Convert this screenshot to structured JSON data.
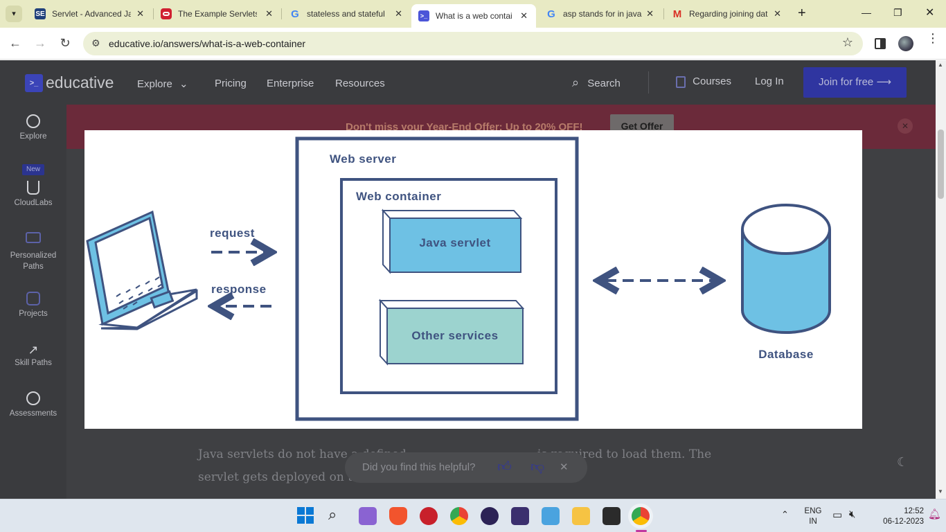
{
  "tabs": [
    {
      "title": "Servlet - Advanced Ja",
      "fav_color": "#1f3f7a",
      "fav_text": "SE"
    },
    {
      "title": "The Example Servlets",
      "fav_color": "#d02030",
      "fav_text": ""
    },
    {
      "title": "stateless and stateful",
      "fav_color": "#ffffff",
      "fav_text": "G"
    },
    {
      "title": "What is a web contai",
      "fav_color": "#4b55d8",
      "fav_text": ">_"
    },
    {
      "title": "asp stands for in java",
      "fav_color": "#ffffff",
      "fav_text": "G"
    },
    {
      "title": "Regarding joining dat",
      "fav_color": "#ffffff",
      "fav_text": "M"
    }
  ],
  "active_tab_index": 3,
  "address": {
    "url": "educative.io/answers/what-is-a-web-container"
  },
  "site": {
    "logo_text": "educative",
    "nav": {
      "explore": "Explore",
      "pricing": "Pricing",
      "enterprise": "Enterprise",
      "resources": "Resources"
    },
    "search_label": "Search",
    "courses_label": "Courses",
    "login_label": "Log In",
    "join_label": "Join for free",
    "promo_text": "Don't miss your Year-End Offer: Up to 20% OFF!",
    "promo_button": "Get Offer"
  },
  "leftnav": {
    "explore": "Explore",
    "new_badge": "New",
    "cloudlabs": "CloudLabs",
    "personalized_paths": "Personalized Paths",
    "projects": "Projects",
    "skill_paths": "Skill Paths",
    "assessments": "Assessments"
  },
  "diagram": {
    "web_server": "Web server",
    "web_container": "Web container",
    "java_servlet": "Java servlet",
    "other_services": "Other services",
    "request": "request",
    "response": "response",
    "database": "Database",
    "colors": {
      "stroke": "#3f5380",
      "servlet": "#6ec1e4",
      "services": "#9cd3cf",
      "db": "#6ec1e4"
    }
  },
  "article": {
    "text_line1": "Java servlets do not have a defined . . . . . . . . . . . . . . . . . is required to load them. The",
    "text_line2": "servlet gets deployed on th"
  },
  "feedback": {
    "question": "Did you find this helpful?"
  },
  "taskbar": {
    "lang_top": "ENG",
    "lang_bottom": "IN",
    "time": "12:52",
    "date": "06-12-2023"
  }
}
